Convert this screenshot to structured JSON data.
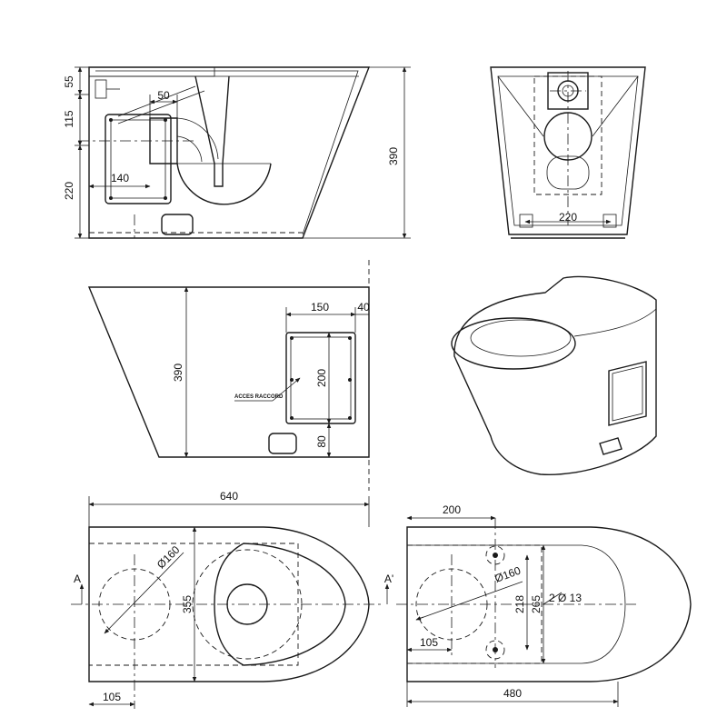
{
  "side_view": {
    "dims": {
      "d55": "55",
      "d115": "115",
      "d220": "220",
      "d50": "50",
      "d140": "140",
      "d390": "390"
    }
  },
  "rear_view": {
    "dims": {
      "d220": "220"
    }
  },
  "mid_side_view": {
    "dims": {
      "d150": "150",
      "d40": "40",
      "d390": "390",
      "d200": "200",
      "d80": "80"
    },
    "label_acces": "ACCES RACCORD"
  },
  "plan_left": {
    "dims": {
      "d640": "640",
      "d355": "355",
      "d105": "105",
      "dia160": "Ø160"
    },
    "section_a": "A",
    "section_a_prime": "A'"
  },
  "plan_right": {
    "dims": {
      "d200": "200",
      "dia160": "Ø160",
      "d218": "218",
      "d265": "265",
      "holes": "2 Ø 13",
      "d105": "105",
      "d480": "480"
    }
  }
}
